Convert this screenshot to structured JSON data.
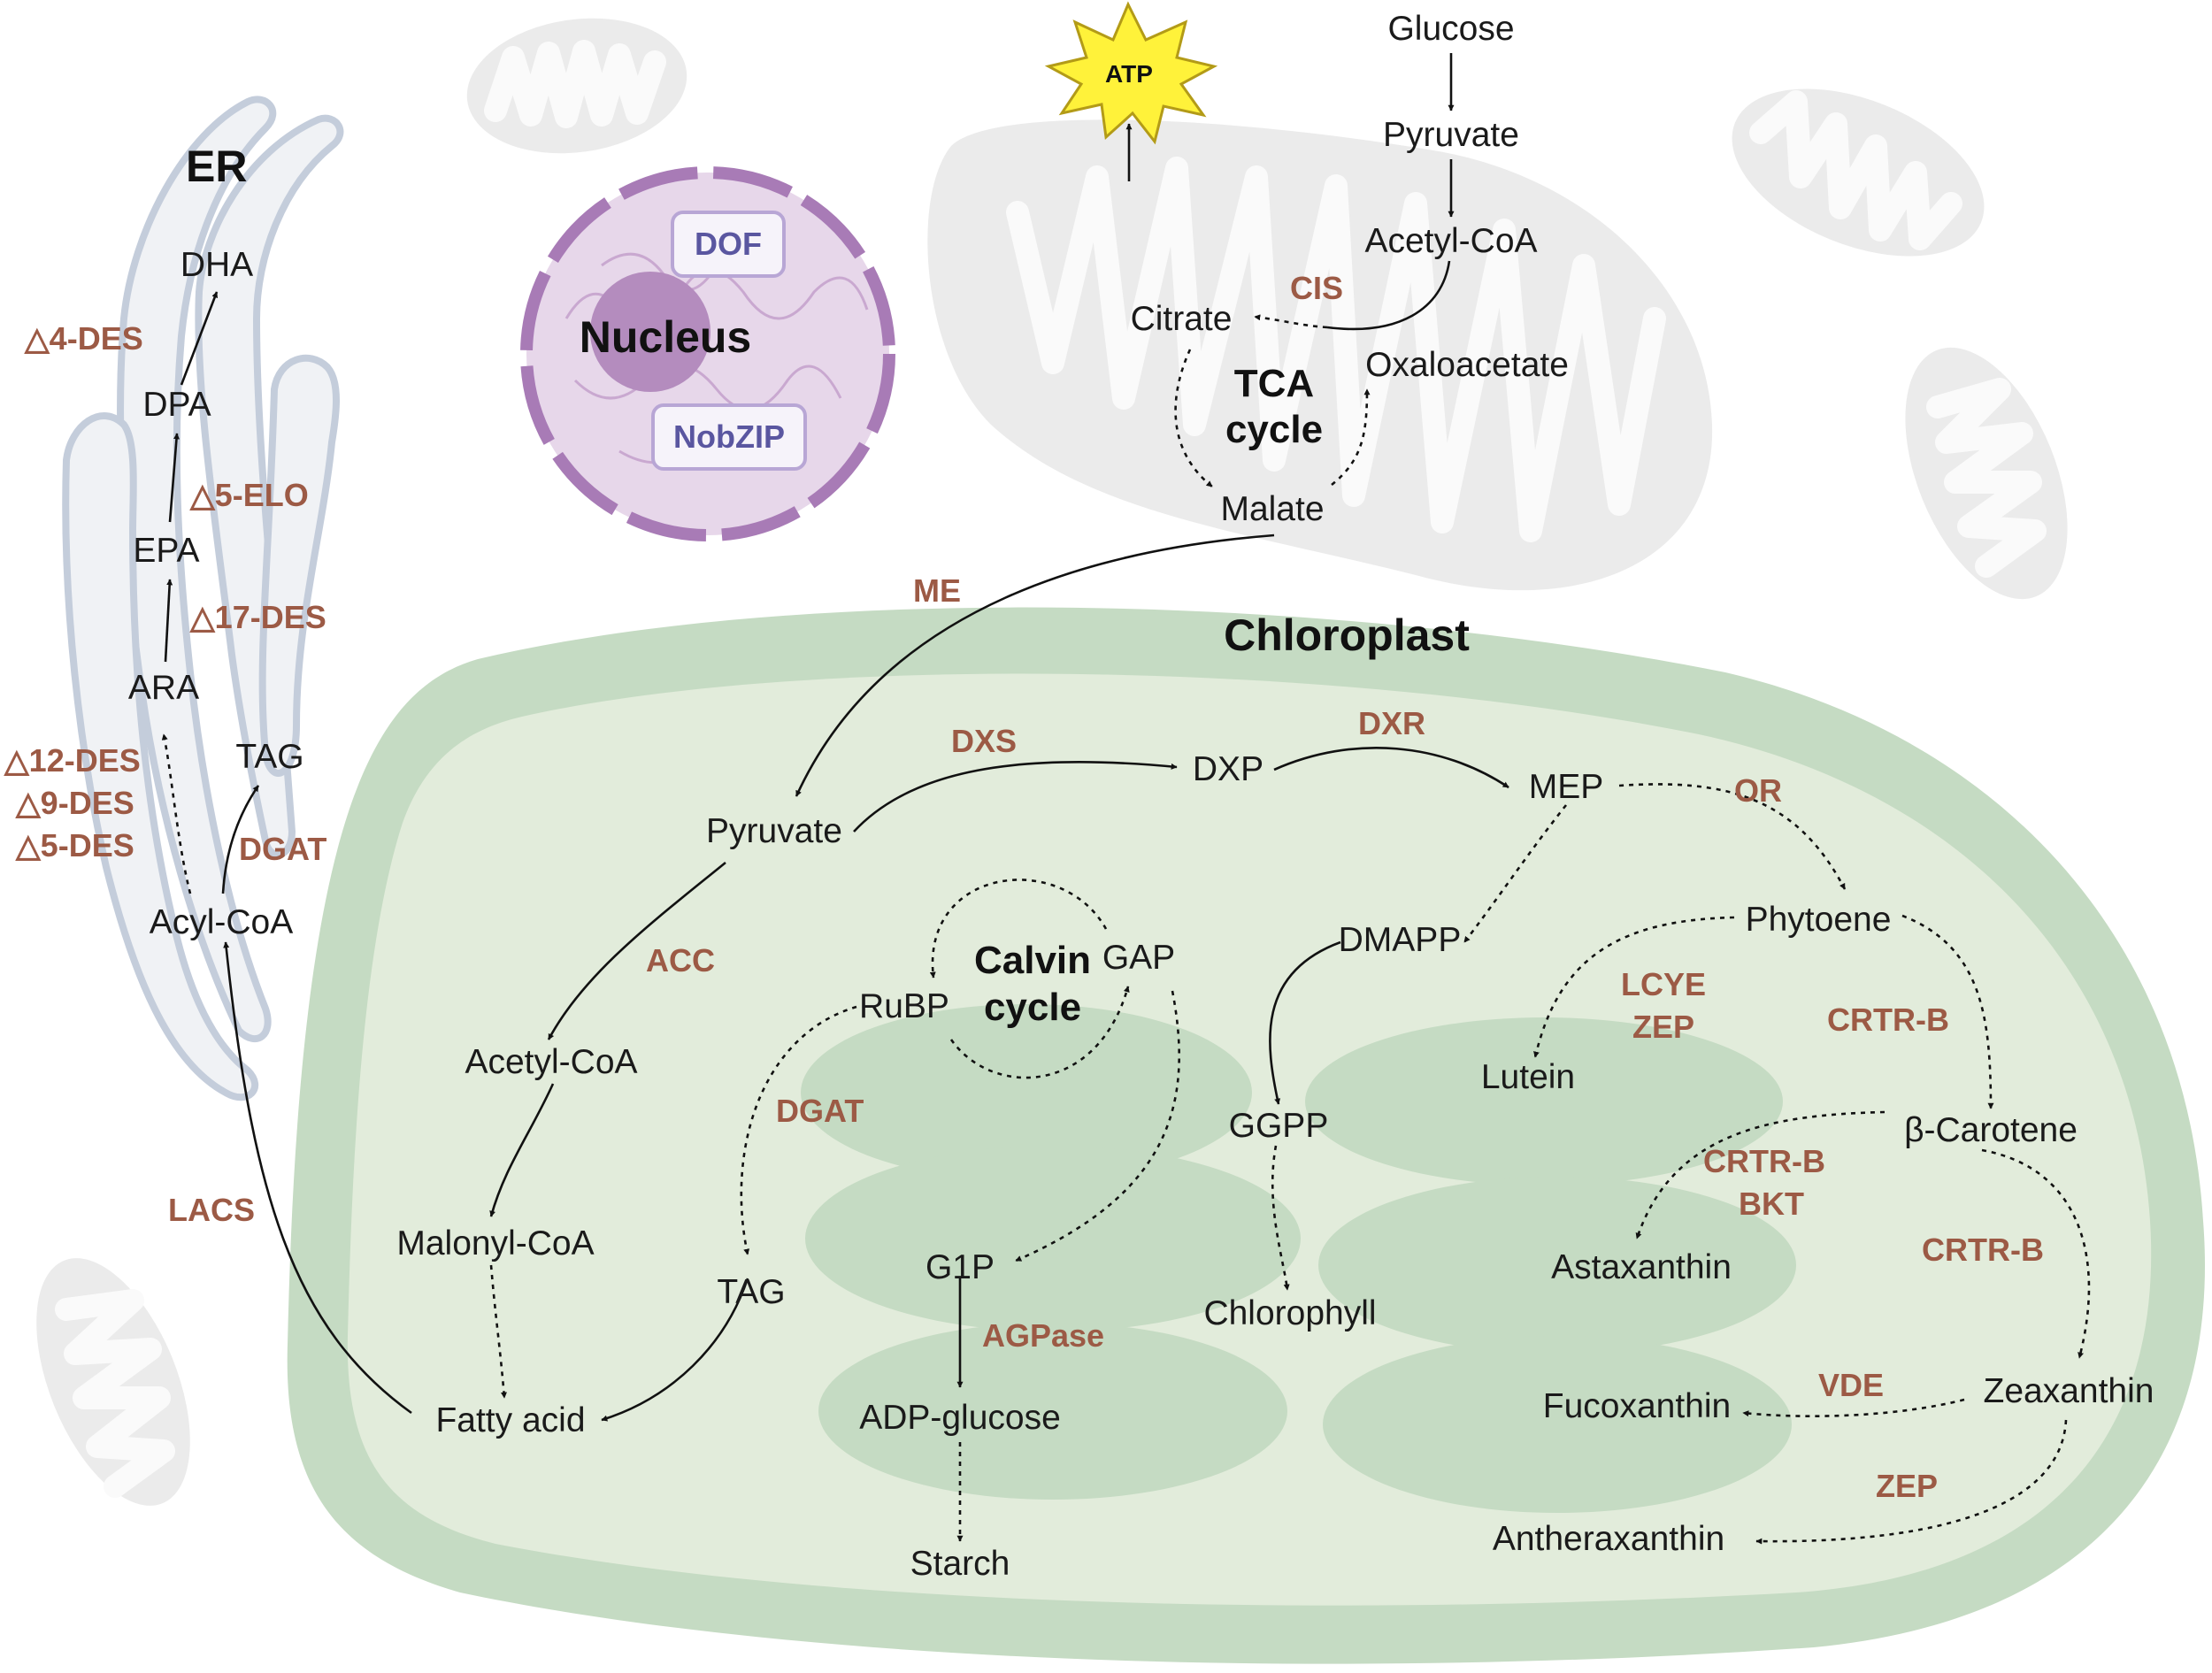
{
  "compartments": {
    "er": "ER",
    "nucleus": "Nucleus",
    "chloroplast": "Chloroplast",
    "tca_cycle": [
      "TCA",
      "cycle"
    ],
    "calvin_cycle": [
      "Calvin",
      "cycle"
    ]
  },
  "nucleus_factors": {
    "dof": "DOF",
    "nobzip": "NobZIP"
  },
  "atp": "ATP",
  "er_metabolites": {
    "dha": "DHA",
    "dpa": "DPA",
    "epa": "EPA",
    "ara": "ARA",
    "tag": "TAG",
    "acyl_coa": "Acyl-CoA"
  },
  "er_enzymes": {
    "d4_des": "△4-DES",
    "d5_elo": "△5-ELO",
    "d17_des": "△17-DES",
    "d12_des": "△12-DES",
    "d9_des": "△9-DES",
    "d5_des": "△5-DES",
    "dgat": "DGAT",
    "lacs": "LACS"
  },
  "mito_metabolites": {
    "glucose": "Glucose",
    "pyruvate": "Pyruvate",
    "acetyl_coa": "Acetyl-CoA",
    "citrate": "Citrate",
    "oxaloacetate": "Oxaloacetate",
    "malate": "Malate"
  },
  "mito_enzymes": {
    "cis": "CIS",
    "me": "ME"
  },
  "chloro_metabolites": {
    "pyruvate": "Pyruvate",
    "dxp": "DXP",
    "mep": "MEP",
    "phytoene": "Phytoene",
    "dmapp": "DMAPP",
    "ggpp": "GGPP",
    "chlorophyll": "Chlorophyll",
    "lutein": "Lutein",
    "beta_carotene": "β-Carotene",
    "astaxanthin": "Astaxanthin",
    "zeaxanthin": "Zeaxanthin",
    "fucoxanthin": "Fucoxanthin",
    "antheraxanthin": "Antheraxanthin",
    "acetyl_coa": "Acetyl-CoA",
    "malonyl_coa": "Malonyl-CoA",
    "fatty_acid": "Fatty acid",
    "rubp": "RuBP",
    "gap": "GAP",
    "tag": "TAG",
    "g1p": "G1P",
    "adp_glucose": "ADP-glucose",
    "starch": "Starch"
  },
  "chloro_enzymes": {
    "dxs": "DXS",
    "dxr": "DXR",
    "or": "OR",
    "lcye": "LCYE",
    "zep1": "ZEP",
    "crtrb1": "CRTR-B",
    "crtrb2": "CRTR-B",
    "bkt": "BKT",
    "crtrb3": "CRTR-B",
    "vde": "VDE",
    "zep2": "ZEP",
    "acc": "ACC",
    "dgat": "DGAT",
    "agpase": "AGPase"
  }
}
